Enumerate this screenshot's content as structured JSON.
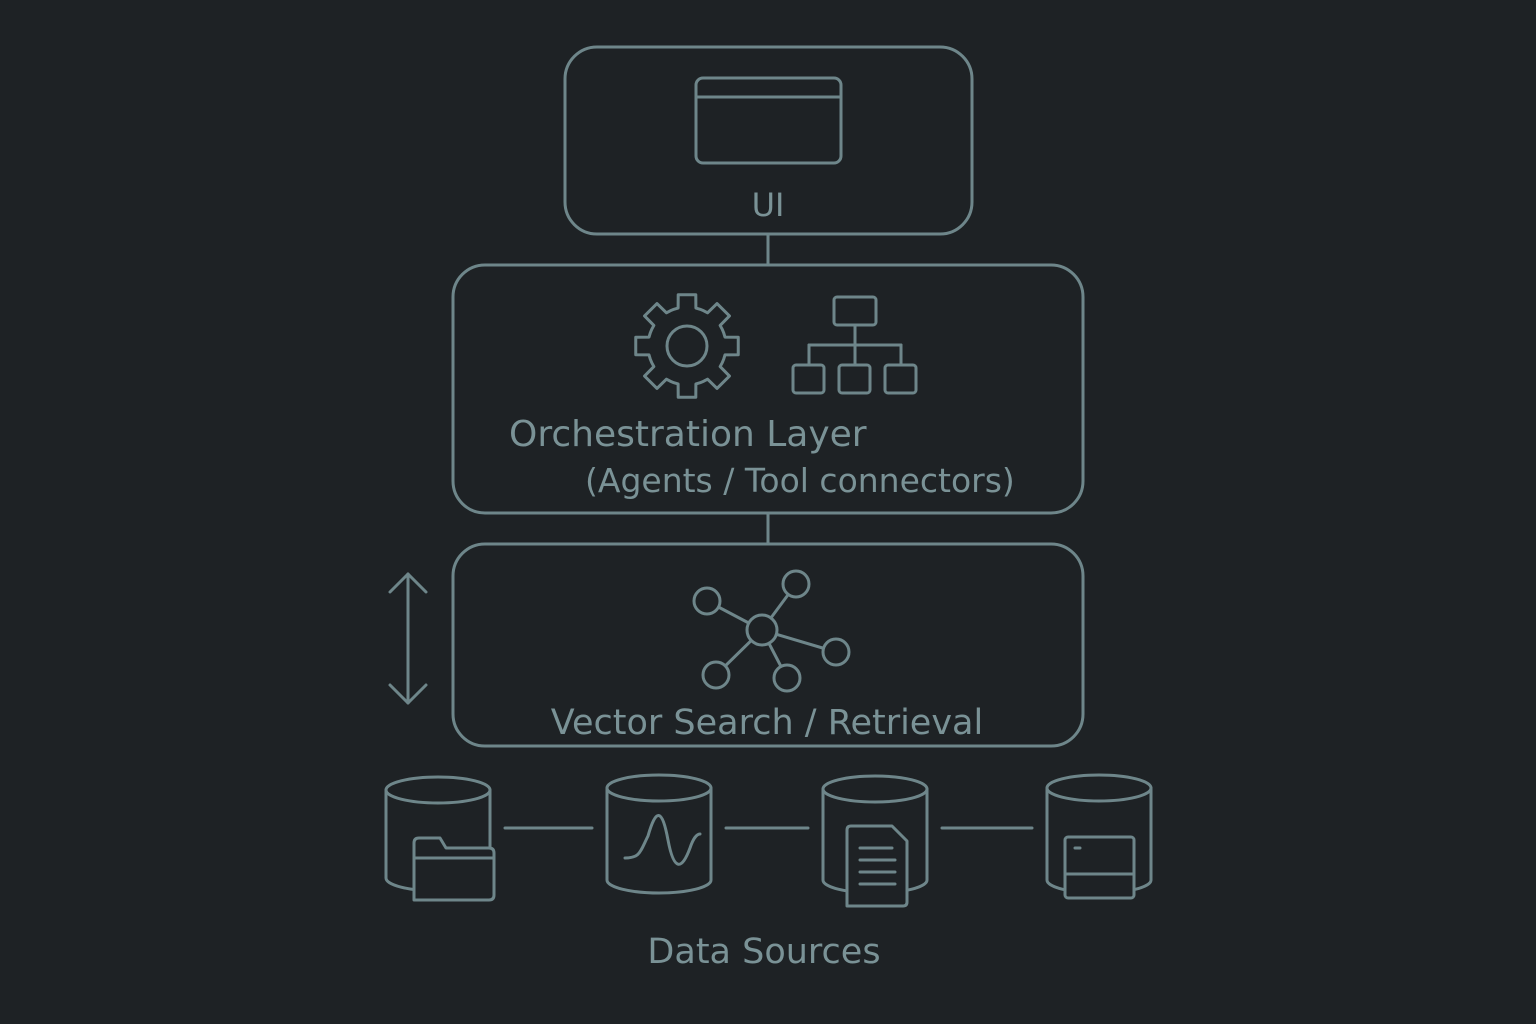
{
  "layers": {
    "ui": {
      "label": "UI",
      "icon": "browser-window-icon"
    },
    "orchestration": {
      "label": "Orchestration Layer",
      "sublabel": "(Agents / Tool connectors)",
      "icons": [
        "gear-icon",
        "hierarchy-icon"
      ]
    },
    "vector": {
      "label": "Vector Search / Retrieval",
      "icon": "network-graph-icon"
    }
  },
  "data_sources": {
    "label": "Data Sources",
    "items": [
      {
        "icon": "folder-database-icon"
      },
      {
        "icon": "waveform-database-icon"
      },
      {
        "icon": "document-database-icon"
      },
      {
        "icon": "window-database-icon"
      }
    ]
  },
  "colors": {
    "background": "#1e2225",
    "stroke": "#6e868a",
    "text": "#7a9296"
  }
}
